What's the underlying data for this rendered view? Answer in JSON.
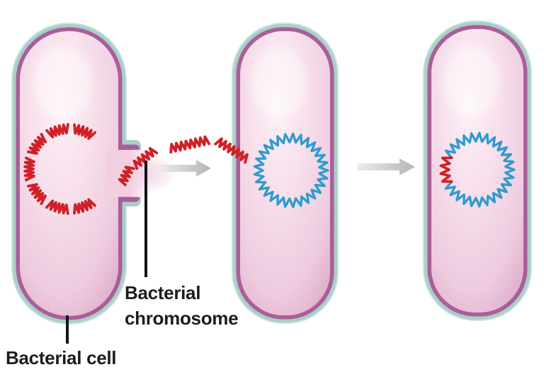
{
  "labels": {
    "bacterial_chromosome": "Bacterial\nchromosome",
    "bacterial_cell": "Bacterial cell"
  },
  "scene": {
    "cells": [
      "donor-bacterial-cell",
      "recipient-bacterial-cell",
      "transformed-bacterial-cell"
    ],
    "arrow_count": 2,
    "dna_fragment_count": 11,
    "circular_chromosomes": [
      {
        "cell": "recipient-bacterial-cell",
        "color": "blue"
      },
      {
        "cell": "transformed-bacterial-cell",
        "color": "blue-with-red-segment"
      }
    ]
  },
  "colors": {
    "background": "#ffffff",
    "wall_teal": "#a9cfc9",
    "wall_teal_light": "#cde3de",
    "membrane_purple": "#aa5e99",
    "cytoplasm_light": "#fdf1f7",
    "cytoplasm_mid": "#f7dfeb",
    "cytoplasm_deep": "#eecbdf",
    "cytoplasm_edge": "#dfafcc",
    "channel_pink": "#f2cfe1",
    "dna_red": "#cf2127",
    "chromosome_blue": "#2f9bce",
    "arrow_light": "#ededed",
    "arrow_dark": "#b6b6b6",
    "pointer_black": "#141414",
    "label_text": "#1d1d1d"
  }
}
